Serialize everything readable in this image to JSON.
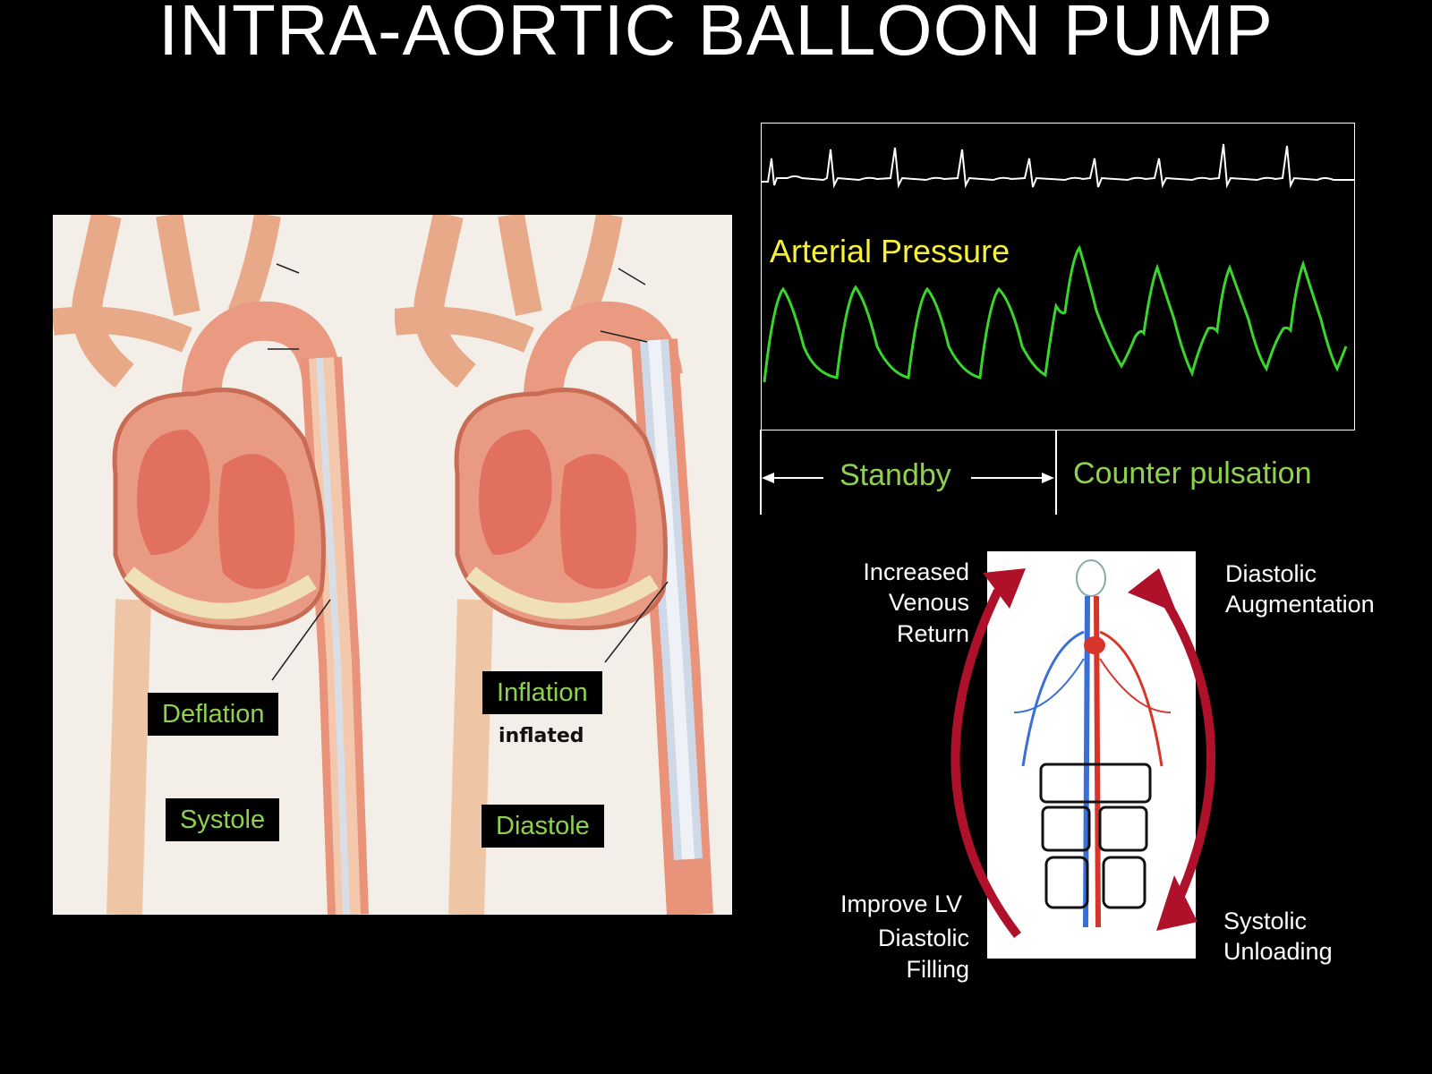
{
  "title": "INTRA-AORTIC BALLOON PUMP",
  "heart_left": {
    "phase_label": "Deflation",
    "cycle_label": "Systole"
  },
  "heart_right": {
    "phase_label": "Inflation",
    "handwritten_note": "inflated",
    "cycle_label": "Diastole"
  },
  "waveform": {
    "pressure_label": "Arterial Pressure",
    "ecg_color": "#ffffff",
    "pressure_color": "#39d62b",
    "mode_standby": "Standby",
    "mode_counter": "Counter pulsation"
  },
  "circulation": {
    "top_left": [
      "Increased",
      "Venous",
      "Return"
    ],
    "top_right": [
      "Diastolic",
      "Augmentation"
    ],
    "bottom_left": [
      "Improve LV",
      "Diastolic",
      "Filling"
    ],
    "bottom_right": [
      "Systolic",
      "Unloading"
    ],
    "arrow_color": "#b0112a",
    "vein_color": "#3a6fd6",
    "artery_color": "#d7342a"
  }
}
